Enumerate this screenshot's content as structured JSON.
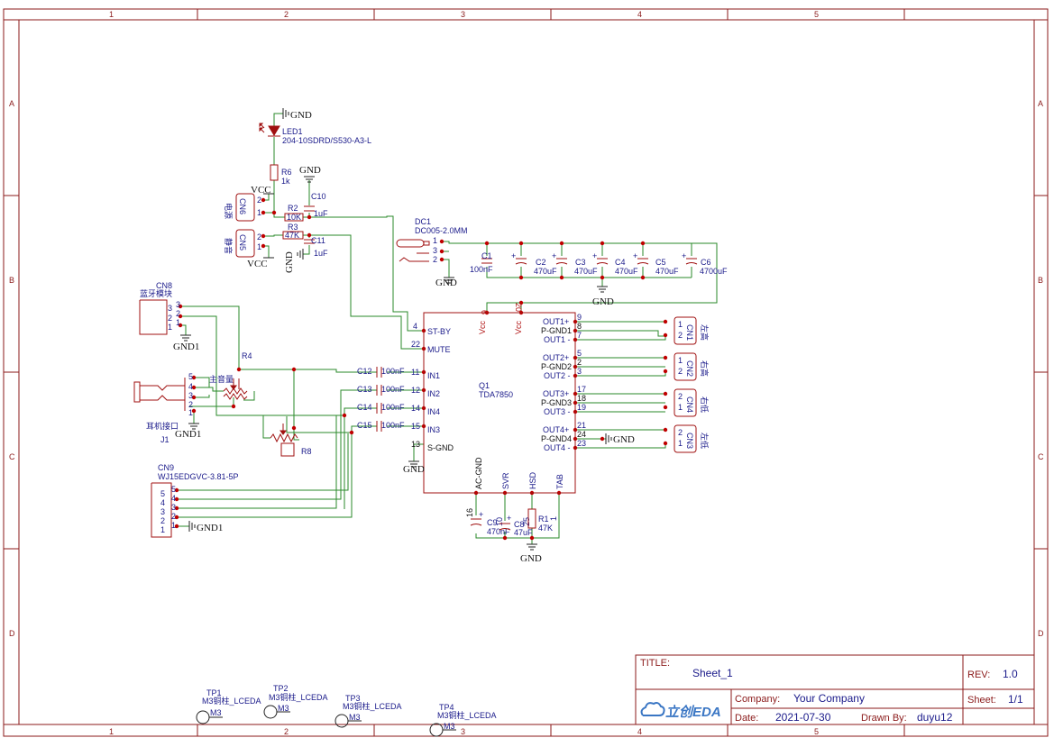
{
  "frame": {
    "columns": [
      "1",
      "2",
      "3",
      "4",
      "5"
    ],
    "rows": [
      "A",
      "B",
      "C",
      "D"
    ]
  },
  "title_block": {
    "title_label": "TITLE:",
    "title": "Sheet_1",
    "rev_label": "REV:",
    "rev": "1.0",
    "company_label": "Company:",
    "company": "Your Company",
    "sheet_label": "Sheet:",
    "sheet": "1/1",
    "date_label": "Date:",
    "date": "2021-07-30",
    "drawn_label": "Drawn By:",
    "drawn_by": "duyu12",
    "logo": "立创EDA"
  },
  "ic": {
    "designator": "Q1",
    "part": "TDA7850",
    "left_pins": [
      {
        "num": "4",
        "name": "ST-BY"
      },
      {
        "num": "22",
        "name": "MUTE"
      },
      {
        "num": "11",
        "name": "IN1"
      },
      {
        "num": "12",
        "name": "IN2"
      },
      {
        "num": "14",
        "name": "IN4"
      },
      {
        "num": "15",
        "name": "IN3"
      },
      {
        "num": "13",
        "name": "S-GND"
      }
    ],
    "right_pins": [
      {
        "num": "9",
        "name": "OUT1+"
      },
      {
        "num": "8",
        "name": "P-GND1"
      },
      {
        "num": "7",
        "name": "OUT1 -"
      },
      {
        "num": "5",
        "name": "OUT2+"
      },
      {
        "num": "2",
        "name": "P-GND2"
      },
      {
        "num": "3",
        "name": "OUT2 -"
      },
      {
        "num": "17",
        "name": "OUT3+"
      },
      {
        "num": "18",
        "name": "P-GND3"
      },
      {
        "num": "19",
        "name": "OUT3 -"
      },
      {
        "num": "21",
        "name": "OUT4+"
      },
      {
        "num": "24",
        "name": "P-GND4"
      },
      {
        "num": "23",
        "name": "OUT4 -"
      }
    ],
    "top_pins": [
      {
        "num": "6",
        "name": "Vcc"
      },
      {
        "num": "20",
        "name": "Vcc"
      }
    ],
    "bottom_pins": [
      {
        "num": "16",
        "name": "AC-GND"
      },
      {
        "num": "10",
        "name": "SVR"
      },
      {
        "num": "25",
        "name": "HSD"
      },
      {
        "num": "1",
        "name": "TAB"
      }
    ]
  },
  "components": {
    "led1": {
      "des": "LED1",
      "val": "204-10SDRD/S530-A3-L"
    },
    "r6": {
      "des": "R6",
      "val": "1k"
    },
    "r2": {
      "des": "R2",
      "val": "10K"
    },
    "r3": {
      "des": "R3",
      "val": "47K"
    },
    "c10": {
      "des": "C10",
      "val": "1uF"
    },
    "c11": {
      "des": "C11",
      "val": "1uF"
    },
    "cn6": {
      "des": "CN6",
      "val": "电源"
    },
    "cn5": {
      "des": "CN5",
      "val": "静音"
    },
    "dc1": {
      "des": "DC1",
      "val": "DC005-2.0MM"
    },
    "c1": {
      "des": "C1",
      "val": "100nF"
    },
    "c2": {
      "des": "C2",
      "val": "470uF"
    },
    "c3": {
      "des": "C3",
      "val": "470uF"
    },
    "c4": {
      "des": "C4",
      "val": "470uF"
    },
    "c5": {
      "des": "C5",
      "val": "470uF"
    },
    "c6": {
      "des": "C6",
      "val": "4700uF"
    },
    "cn8": {
      "des": "CN8",
      "val": "蓝牙模块"
    },
    "r4": {
      "des": "R4",
      "val": "主音量"
    },
    "r8": {
      "des": "R8"
    },
    "j1": {
      "des": "J1",
      "val": "耳机接口"
    },
    "c12": {
      "des": "C12",
      "val": "100nF"
    },
    "c13": {
      "des": "C13",
      "val": "100nF"
    },
    "c14": {
      "des": "C14",
      "val": "100nF"
    },
    "c15": {
      "des": "C15",
      "val": "100nF"
    },
    "cn9": {
      "des": "CN9",
      "val": "WJ15EDGVC-3.81-5P"
    },
    "c9": {
      "des": "C9",
      "val": "470nF"
    },
    "c8": {
      "des": "C8",
      "val": "47uF"
    },
    "r1": {
      "des": "R1",
      "val": "47K"
    },
    "cn1": {
      "des": "CN1",
      "val": "左高"
    },
    "cn2": {
      "des": "CN2",
      "val": "右高"
    },
    "cn4": {
      "des": "CN4",
      "val": "右低"
    },
    "cn3": {
      "des": "CN3",
      "val": "左低"
    }
  },
  "nets": {
    "gnd": "GND",
    "gnd1": "GND1",
    "vcc": "VCC"
  },
  "testpoints": [
    {
      "des": "TP1",
      "val": "M3铜柱_LCEDA",
      "pin": "M3"
    },
    {
      "des": "TP2",
      "val": "M3铜柱_LCEDA",
      "pin": "M3"
    },
    {
      "des": "TP3",
      "val": "M3铜柱_LCEDA",
      "pin": "M3"
    },
    {
      "des": "TP4",
      "val": "M3铜柱_LCEDA",
      "pin": "M3"
    }
  ]
}
